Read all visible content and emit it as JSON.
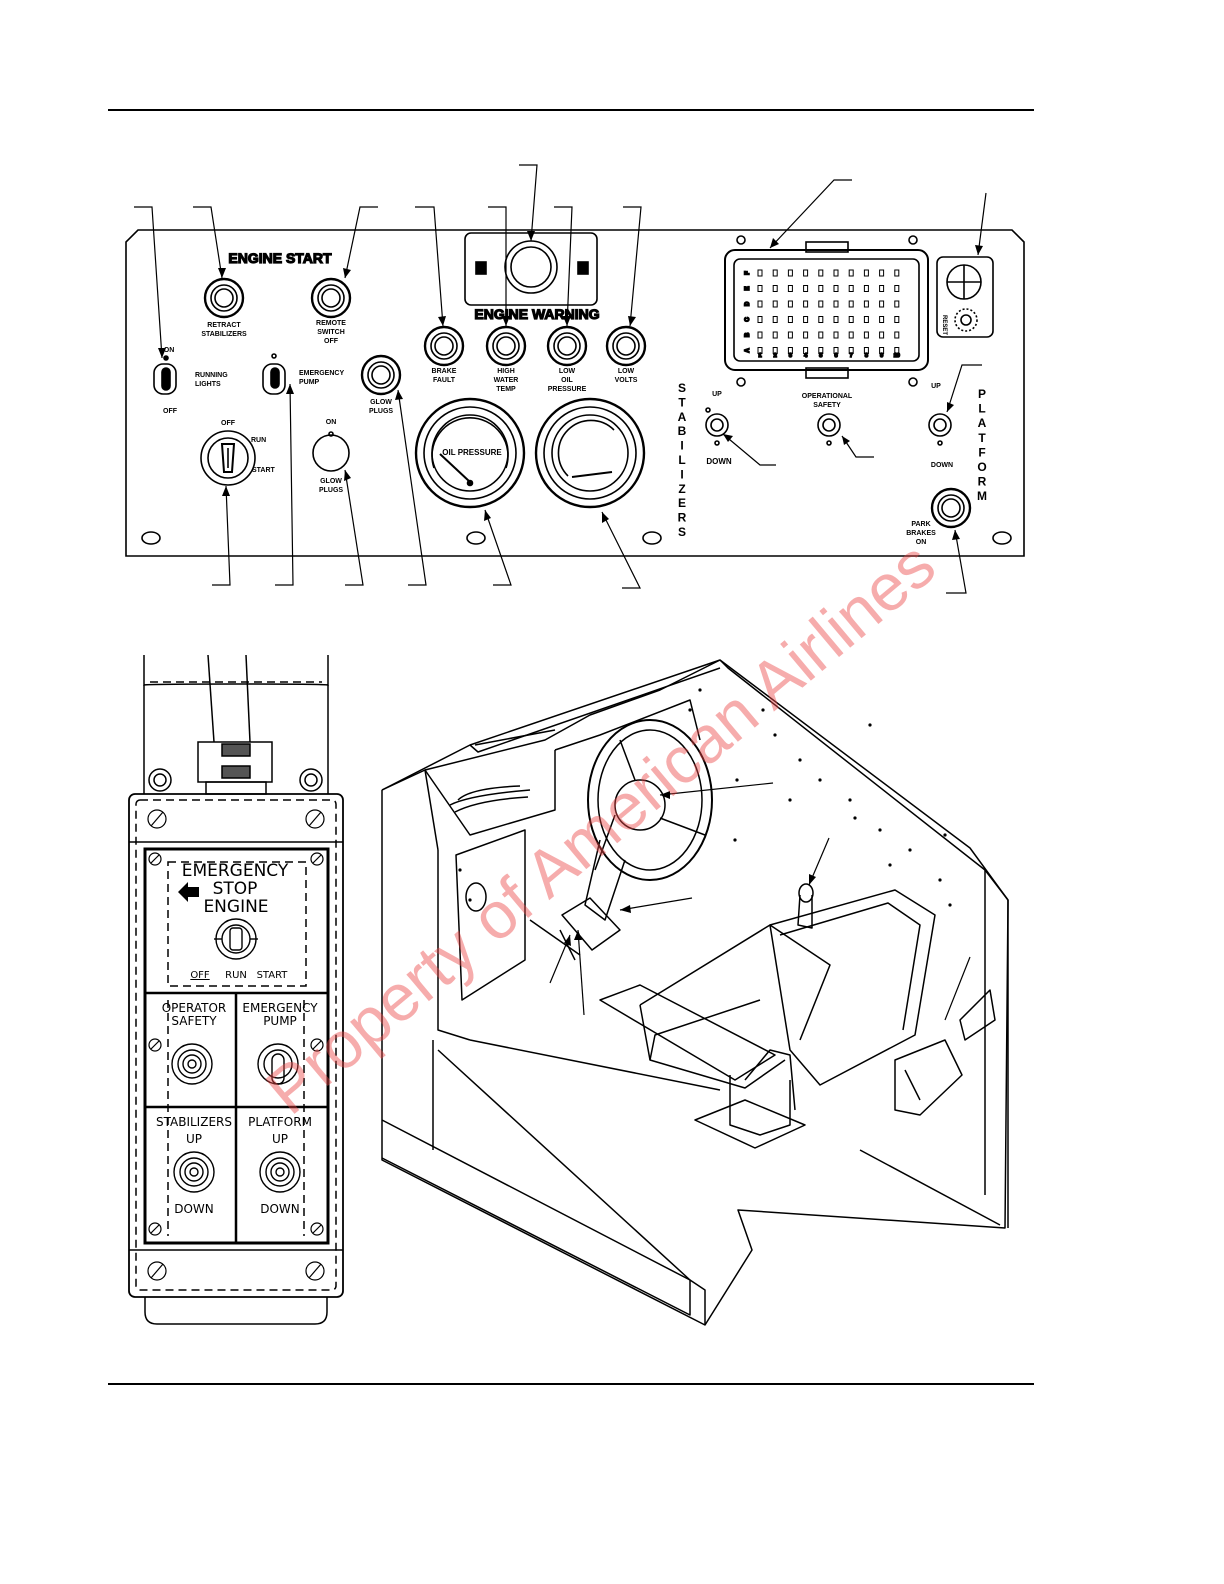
{
  "panel": {
    "engine_start_title": "ENGINE START",
    "engine_warning_title": "ENGINE WARNING",
    "retract_stabilizers": [
      "RETRACT",
      "STABILIZERS"
    ],
    "remote_switch_off": [
      "REMOTE",
      "SWITCH",
      "OFF"
    ],
    "running_lights": [
      "RUNNING",
      "LIGHTS"
    ],
    "running_lights_on": "ON",
    "running_lights_off": "OFF",
    "emergency_pump": [
      "EMERGENCY",
      "PUMP"
    ],
    "glow_plugs_light": [
      "GLOW",
      "PLUGS"
    ],
    "glow_plugs_switch_on": "ON",
    "glow_plugs_switch": [
      "GLOW",
      "PLUGS"
    ],
    "key_off": "OFF",
    "key_run": "RUN",
    "key_start": "START",
    "brake_fault": [
      "BRAKE",
      "FAULT"
    ],
    "high_water_temp": [
      "HIGH",
      "WATER",
      "TEMP"
    ],
    "low_oil_pressure": [
      "LOW",
      "OIL",
      "PRESSURE"
    ],
    "low_volts": [
      "LOW",
      "VOLTS"
    ],
    "oil_pressure_gauge": "OIL PRESSURE",
    "stabilizers_vertical": [
      "S",
      "T",
      "A",
      "B",
      "I",
      "L",
      "I",
      "Z",
      "E",
      "R",
      "S"
    ],
    "platform_vertical": [
      "P",
      "L",
      "A",
      "T",
      "F",
      "O",
      "R",
      "M"
    ],
    "stab_up": "UP",
    "stab_down": "DOWN",
    "operational_safety": [
      "OPERATIONAL",
      "SAFETY"
    ],
    "platform_up": "UP",
    "platform_down": "DOWN",
    "park_brakes_on": [
      "PARK",
      "BRAKES",
      "ON"
    ],
    "connector_rows": [
      "F",
      "E",
      "D",
      "C",
      "B",
      "A"
    ],
    "connector_cols": [
      "1",
      "2",
      "3",
      "4",
      "5",
      "6",
      "7",
      "8",
      "9",
      "10"
    ],
    "breaker_label": "RESET"
  },
  "remote_box": {
    "emergency": "EMERGENCY",
    "stop": "STOP",
    "engine": "ENGINE",
    "off": "OFF",
    "run": "RUN",
    "start": "START",
    "operator_safety": [
      "OPERATOR",
      "SAFETY"
    ],
    "emergency_pump": [
      "EMERGENCY",
      "PUMP"
    ],
    "stabilizers": "STABILIZERS",
    "stab_up": "UP",
    "stab_down": "DOWN",
    "platform": "PLATFORM",
    "plat_up": "UP",
    "plat_down": "DOWN"
  },
  "watermark": "Property of American Airlines"
}
